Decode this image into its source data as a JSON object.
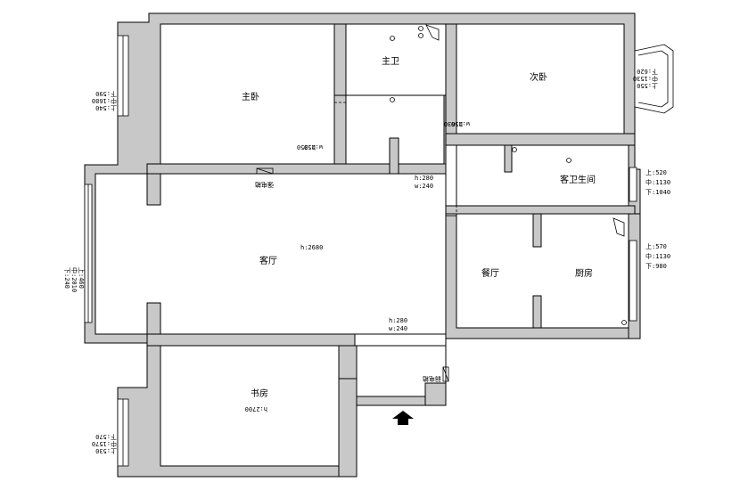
{
  "rooms": {
    "master_bedroom": "主卧",
    "master_bath": "主卫",
    "second_bedroom": "次卧",
    "guest_bath": "客卫生间",
    "living_room": "客厅",
    "dining_room": "餐厅",
    "kitchen": "厨房",
    "study": "书房"
  },
  "heights": {
    "living": "h:2680",
    "study": "h:2700"
  },
  "door_dims": {
    "master_bath_door_h": "h:350",
    "master_bath_door_w": "w:250",
    "second_door_h": "h:630",
    "second_door_w": "w:250",
    "corridor_upper_h": "h:280",
    "corridor_upper_w": "w:240",
    "corridor_lower_h": "h:280",
    "corridor_lower_w": "w:240"
  },
  "windows": {
    "master_left": [
      "上:540",
      "中:1680",
      "下:590"
    ],
    "second_right": [
      "上:550",
      "中:1530",
      "下:620"
    ],
    "guest_bath_right": [
      "上:520",
      "中:1130",
      "下:1040"
    ],
    "kitchen_right": [
      "上:570",
      "中:1130",
      "下:980"
    ],
    "living_left": [
      "上:460",
      "中:2010",
      "下:240"
    ],
    "study_left": [
      "上:530",
      "中:1570",
      "下:570"
    ]
  },
  "labels": {
    "electric_box_top": "强电箱",
    "electric_box_bottom": "弱电箱"
  }
}
